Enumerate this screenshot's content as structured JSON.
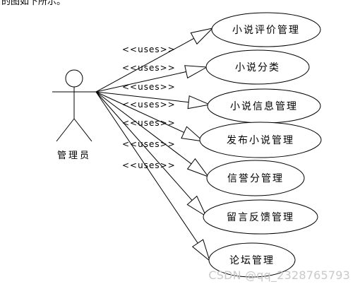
{
  "header": {
    "cut_text": "的图如下所示。"
  },
  "actor": {
    "label": "管理员"
  },
  "relation_label": "<<uses>>",
  "use_cases": [
    {
      "label": "小说评价管理"
    },
    {
      "label": "小说分类"
    },
    {
      "label": "小说信息管理"
    },
    {
      "label": "发布小说管理"
    },
    {
      "label": "信誉分管理"
    },
    {
      "label": "留言反馈管理"
    },
    {
      "label": "论坛管理"
    }
  ],
  "watermark": "CSDN @qq_2328765793"
}
